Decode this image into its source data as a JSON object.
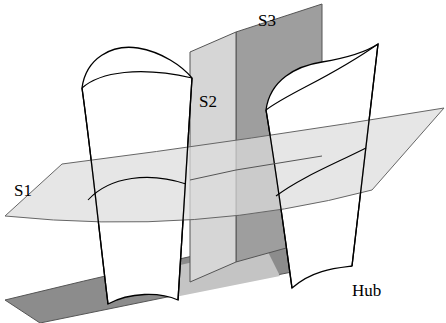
{
  "diagram": {
    "labels": [
      "S1",
      "S2",
      "S3",
      "Hub"
    ]
  }
}
